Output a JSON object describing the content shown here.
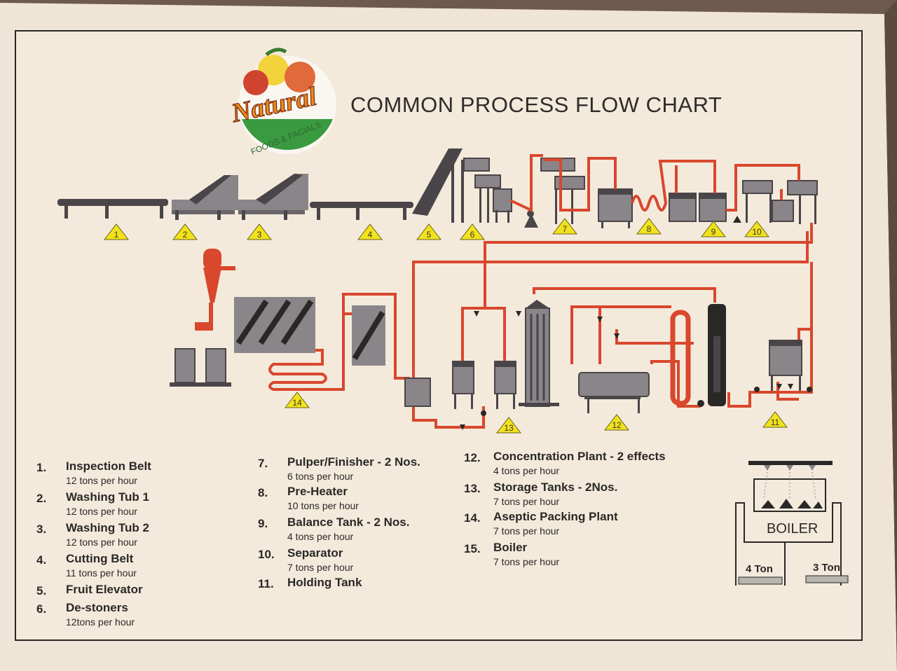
{
  "title": "COMMON PROCESS FLOW CHART",
  "logo": {
    "brand": "Natural",
    "tagline": "FOODS & FACIALS"
  },
  "colors": {
    "paper": "#f1e7d7",
    "pipe": "#d9472c",
    "machine": "#8a8588",
    "machine_dark": "#4a4548",
    "marker": "#f2e21b"
  },
  "steps": [
    {
      "number": "1.",
      "name": "Inspection Belt",
      "capacity": "12 tons per hour"
    },
    {
      "number": "2.",
      "name": "Washing Tub 1",
      "capacity": "12 tons per hour"
    },
    {
      "number": "3.",
      "name": "Washing Tub 2",
      "capacity": "12 tons per hour"
    },
    {
      "number": "4.",
      "name": "Cutting Belt",
      "capacity": "11 tons per hour"
    },
    {
      "number": "5.",
      "name": "Fruit Elevator",
      "capacity": ""
    },
    {
      "number": "6.",
      "name": "De-stoners",
      "capacity": "12tons per hour"
    },
    {
      "number": "7.",
      "name": "Pulper/Finisher - 2 Nos.",
      "capacity": "6 tons per hour"
    },
    {
      "number": "8.",
      "name": "Pre-Heater",
      "capacity": "10 tons per hour"
    },
    {
      "number": "9.",
      "name": "Balance Tank - 2 Nos.",
      "capacity": "4 tons per hour"
    },
    {
      "number": "10.",
      "name": "Separator",
      "capacity": "7 tons per hour"
    },
    {
      "number": "11.",
      "name": "Holding Tank",
      "capacity": ""
    },
    {
      "number": "12.",
      "name": "Concentration Plant  - 2 effects",
      "capacity": "4 tons per hour"
    },
    {
      "number": "13.",
      "name": "Storage Tanks - 2Nos.",
      "capacity": "7 tons per hour"
    },
    {
      "number": "14.",
      "name": "Aseptic Packing Plant",
      "capacity": "7 tons per hour"
    },
    {
      "number": "15.",
      "name": "Boiler",
      "capacity": "7 tons per hour"
    }
  ],
  "markers": [
    "1",
    "2",
    "3",
    "4",
    "5",
    "6",
    "7",
    "8",
    "9",
    "10",
    "11",
    "12",
    "13",
    "14"
  ],
  "boiler": {
    "label": "BOILER",
    "left_unit": "4 Ton",
    "right_unit": "3 Ton"
  }
}
